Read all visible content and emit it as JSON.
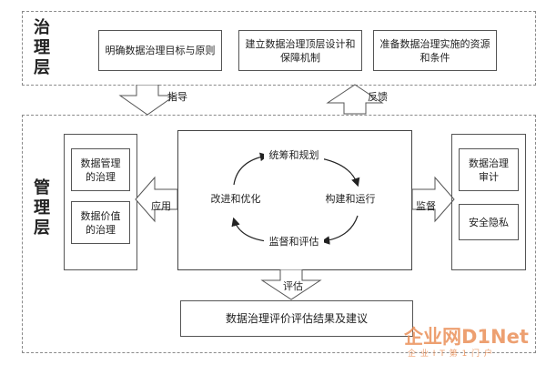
{
  "governance_layer": {
    "title": "治理层",
    "boxes": [
      "明确数据治理目标与原则",
      "建立数据治理顶层设计和保障机制",
      "准备数据治理实施的资源和条件"
    ]
  },
  "arrows": {
    "guide": "指导",
    "feedback": "反馈",
    "apply": "应用",
    "supervise": "监督",
    "evaluate": "评估"
  },
  "management_layer": {
    "title": "管理层",
    "left_boxes": [
      "数据管理的治理",
      "数据价值的治理"
    ],
    "cycle": [
      "统筹和规划",
      "构建和运行",
      "监督和评估",
      "改进和优化"
    ],
    "right_boxes": [
      "数据治理审计",
      "安全隐私"
    ],
    "result": "数据治理评价评估结果及建议"
  },
  "watermark": {
    "brand": "企业网D1Net",
    "sub": "企 业 I T 第 1 门 户"
  }
}
